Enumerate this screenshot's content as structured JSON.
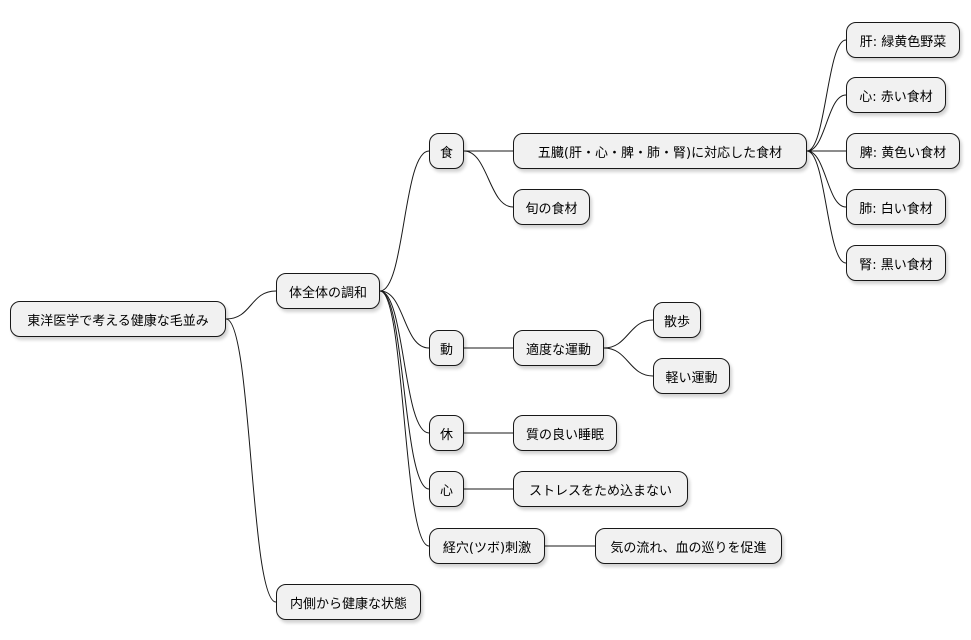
{
  "mindmap": {
    "root": "東洋医学で考える健康な毛並み",
    "harmony": "体全体の調和",
    "inner": "内側から健康な状態",
    "food": "食",
    "five_organs": "五臓(肝・心・脾・肺・腎)に対応した食材",
    "liver": "肝: 緑黄色野菜",
    "heart_food": "心: 赤い食材",
    "spleen": "脾: 黄色い食材",
    "lung": "肺: 白い食材",
    "kidney": "腎: 黒い食材",
    "seasonal": "旬の食材",
    "move": "動",
    "moderate_exercise": "適度な運動",
    "walk": "散歩",
    "light_exercise": "軽い運動",
    "rest": "休",
    "sleep": "質の良い睡眠",
    "mind": "心",
    "stress": "ストレスをため込まない",
    "acupoint": "経穴(ツボ)刺激",
    "flow": "気の流れ、血の巡りを促進"
  }
}
